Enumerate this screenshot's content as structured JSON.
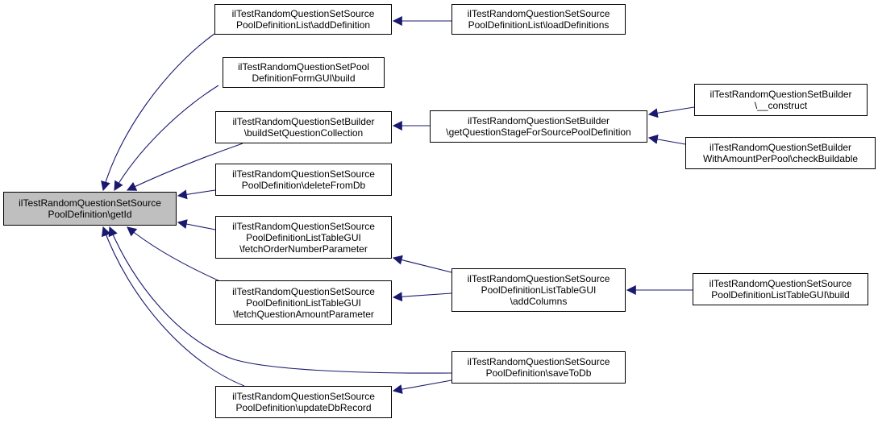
{
  "colors": {
    "edge": "#191970",
    "focus_fill": "#bfbfbf",
    "node_fill": "#ffffff",
    "node_border": "#000000"
  },
  "nodes": {
    "getid": {
      "lines": [
        "ilTestRandomQuestionSetSource",
        "PoolDefinition\\getId"
      ]
    },
    "add_definition": {
      "lines": [
        "ilTestRandomQuestionSetSource",
        "PoolDefinitionList\\addDefinition"
      ]
    },
    "load_definitions": {
      "lines": [
        "ilTestRandomQuestionSetSource",
        "PoolDefinitionList\\loadDefinitions"
      ]
    },
    "form_gui_build": {
      "lines": [
        "ilTestRandomQuestionSetPool",
        "DefinitionFormGUI\\build"
      ]
    },
    "build_set_question_collection": {
      "lines": [
        "ilTestRandomQuestionSetBuilder",
        "\\buildSetQuestionCollection"
      ]
    },
    "get_question_stage": {
      "lines": [
        "ilTestRandomQuestionSetBuilder",
        "\\getQuestionStageForSourcePoolDefinition"
      ]
    },
    "builder_construct": {
      "lines": [
        "ilTestRandomQuestionSetBuilder",
        "\\__construct"
      ]
    },
    "builder_check_buildable": {
      "lines": [
        "ilTestRandomQuestionSetBuilder",
        "WithAmountPerPool\\checkBuildable"
      ]
    },
    "delete_from_db": {
      "lines": [
        "ilTestRandomQuestionSetSource",
        "PoolDefinition\\deleteFromDb"
      ]
    },
    "fetch_order_number": {
      "lines": [
        "ilTestRandomQuestionSetSource",
        "PoolDefinitionListTableGUI",
        "\\fetchOrderNumberParameter"
      ]
    },
    "fetch_question_amount": {
      "lines": [
        "ilTestRandomQuestionSetSource",
        "PoolDefinitionListTableGUI",
        "\\fetchQuestionAmountParameter"
      ]
    },
    "add_columns": {
      "lines": [
        "ilTestRandomQuestionSetSource",
        "PoolDefinitionListTableGUI",
        "\\addColumns"
      ]
    },
    "table_gui_build": {
      "lines": [
        "ilTestRandomQuestionSetSource",
        "PoolDefinitionListTableGUI\\build"
      ]
    },
    "save_to_db": {
      "lines": [
        "ilTestRandomQuestionSetSource",
        "PoolDefinition\\saveToDb"
      ]
    },
    "update_db_record": {
      "lines": [
        "ilTestRandomQuestionSetSource",
        "PoolDefinition\\updateDbRecord"
      ]
    }
  },
  "edges": [
    {
      "from": "load_definitions",
      "to": "add_definition"
    },
    {
      "from": "add_definition",
      "to": "getid"
    },
    {
      "from": "form_gui_build",
      "to": "getid"
    },
    {
      "from": "builder_construct",
      "to": "get_question_stage"
    },
    {
      "from": "builder_check_buildable",
      "to": "get_question_stage"
    },
    {
      "from": "get_question_stage",
      "to": "build_set_question_collection"
    },
    {
      "from": "build_set_question_collection",
      "to": "getid"
    },
    {
      "from": "delete_from_db",
      "to": "getid"
    },
    {
      "from": "table_gui_build",
      "to": "add_columns"
    },
    {
      "from": "add_columns",
      "to": "fetch_order_number"
    },
    {
      "from": "add_columns",
      "to": "fetch_question_amount"
    },
    {
      "from": "fetch_order_number",
      "to": "getid"
    },
    {
      "from": "fetch_question_amount",
      "to": "getid"
    },
    {
      "from": "save_to_db",
      "to": "getid"
    },
    {
      "from": "save_to_db",
      "to": "update_db_record"
    },
    {
      "from": "update_db_record",
      "to": "getid"
    }
  ]
}
